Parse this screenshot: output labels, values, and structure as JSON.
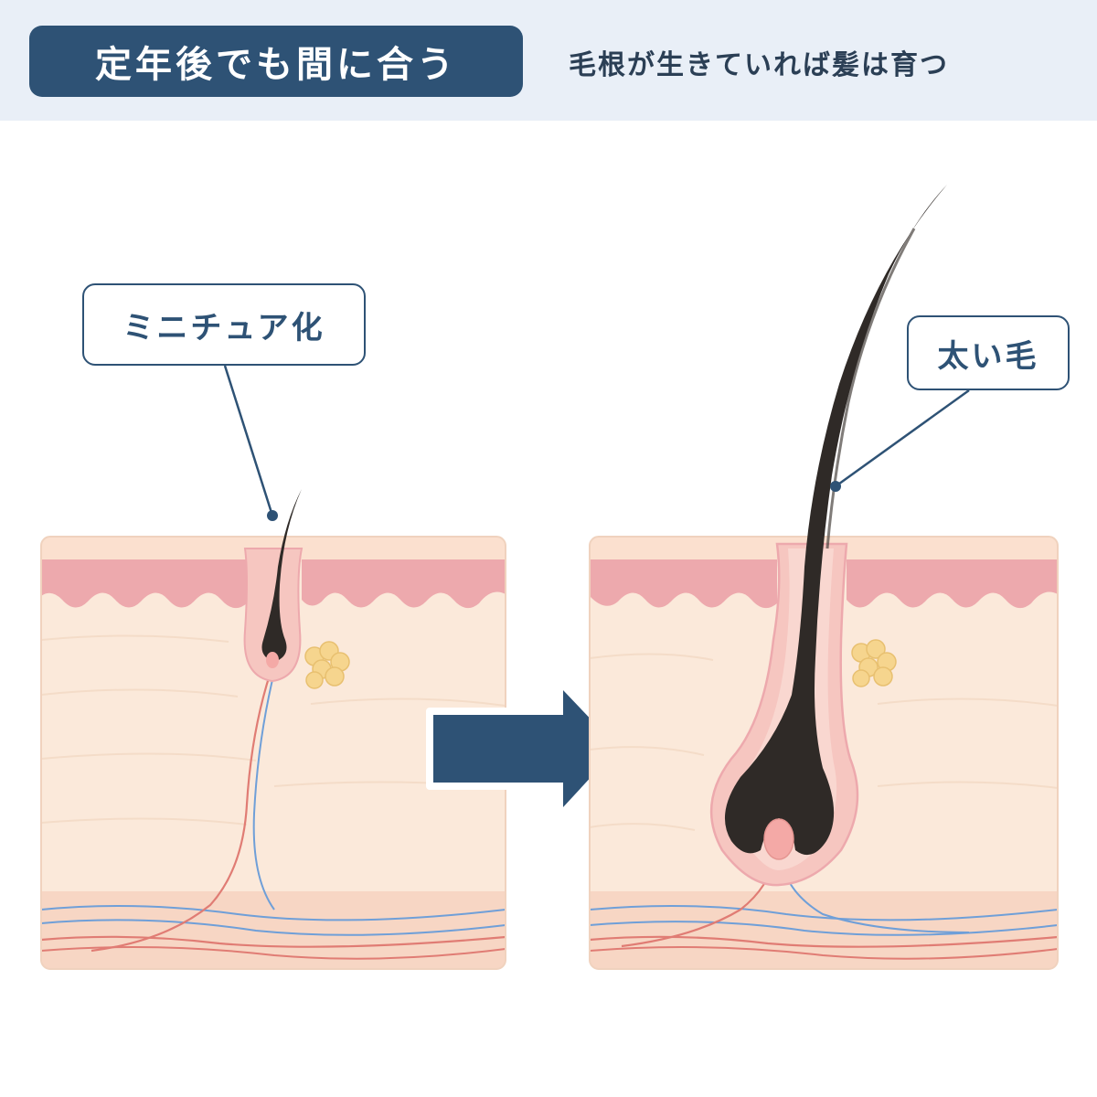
{
  "header": {
    "title": "定年後でも間に合う",
    "subtitle": "毛根が生きていれば髪は育つ"
  },
  "labels": {
    "miniaturized": "ミニチュア化",
    "thick_hair": "太い毛"
  },
  "colors": {
    "header_bg": "#e9eff7",
    "accent_navy": "#2e5275",
    "skin_base": "#fbe9da",
    "epidermis": "#eda9ad",
    "hair": "#2f2a27",
    "sebaceous_gland": "#f6d58e",
    "artery": "#e07c74",
    "vein": "#6f9fd8"
  },
  "icons": {
    "transition": "arrow-right-icon"
  }
}
